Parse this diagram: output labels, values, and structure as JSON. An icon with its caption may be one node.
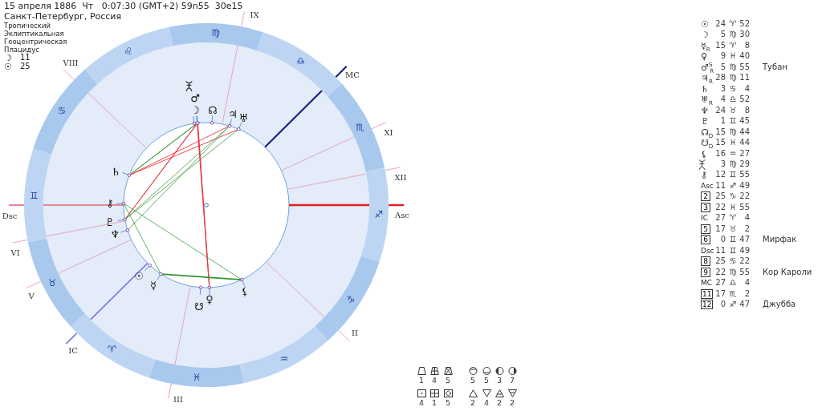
{
  "diagram": {
    "title": "15 апреля 1886  Чт   0:07:30 (GMT+2) 59n55  30e15",
    "labels": [
      "Санкт-Петербург, Россия",
      "Тропический",
      "Эклиптикальная",
      "Геоцентрическая",
      "Плацидус",
      "☽",
      "11",
      "☉",
      "25",
      "IX",
      "VIII",
      "MC",
      "XI",
      "XII",
      "Dsc",
      "Asc",
      "VI",
      "V",
      "IC",
      "II",
      "III",
      "♍",
      "♌",
      "♎",
      "♋",
      "♏",
      "♊",
      "♐",
      "♉",
      "♑",
      "♈",
      "♒",
      "♓",
      "♂",
      "☽",
      "☊",
      "♃",
      "♅",
      "♄",
      "⚷",
      "♇",
      "♆",
      "☉",
      "☿",
      "⚸",
      "♀",
      "☋",
      "☉",
      "24",
      "♈",
      "52",
      "☽",
      "5",
      "♍",
      "30",
      "☿$_{R}$",
      "15",
      "♈",
      "8",
      "♀",
      "9",
      "♓",
      "40",
      "♂$^{S}$$_{R}$",
      "5",
      "♍",
      "55",
      "Тубан",
      "♃$_{R}$",
      "28",
      "♍",
      "11",
      "♄",
      "3",
      "♋",
      "4",
      "♅$_{R}$",
      "4",
      "♎",
      "52",
      "♆",
      "24",
      "♉",
      "8",
      "♇",
      "1",
      "♊",
      "45",
      "☊$_{D}$",
      "15",
      "♍",
      "44",
      "☋$_{D}$",
      "15",
      "♓",
      "44",
      "⚸",
      "16",
      "♒",
      "27",
      "3",
      "♍",
      "29",
      "⚷",
      "12",
      "♊",
      "55",
      "Asc",
      "11",
      "♐",
      "49",
      "2",
      "25",
      "♑",
      "22",
      "3",
      "22",
      "♓",
      "55",
      "IC",
      "27",
      "♈",
      "4",
      "5",
      "17",
      "♉",
      "2",
      "6",
      "0",
      "♊",
      "47",
      "Мирфак",
      "Dsc",
      "11",
      "♊",
      "49",
      "8",
      "25",
      "♋",
      "22",
      "9",
      "22",
      "♍",
      "55",
      "Кор Кароли",
      "MC",
      "27",
      "♎",
      "4",
      "11",
      "17",
      "♏",
      "2",
      "12",
      "0",
      "♐",
      "47",
      "Джубба",
      "1",
      "4",
      "5",
      "5",
      "5",
      "3",
      "7",
      "4",
      "1",
      "5",
      "2",
      "4",
      "2",
      "2"
    ]
  }
}
